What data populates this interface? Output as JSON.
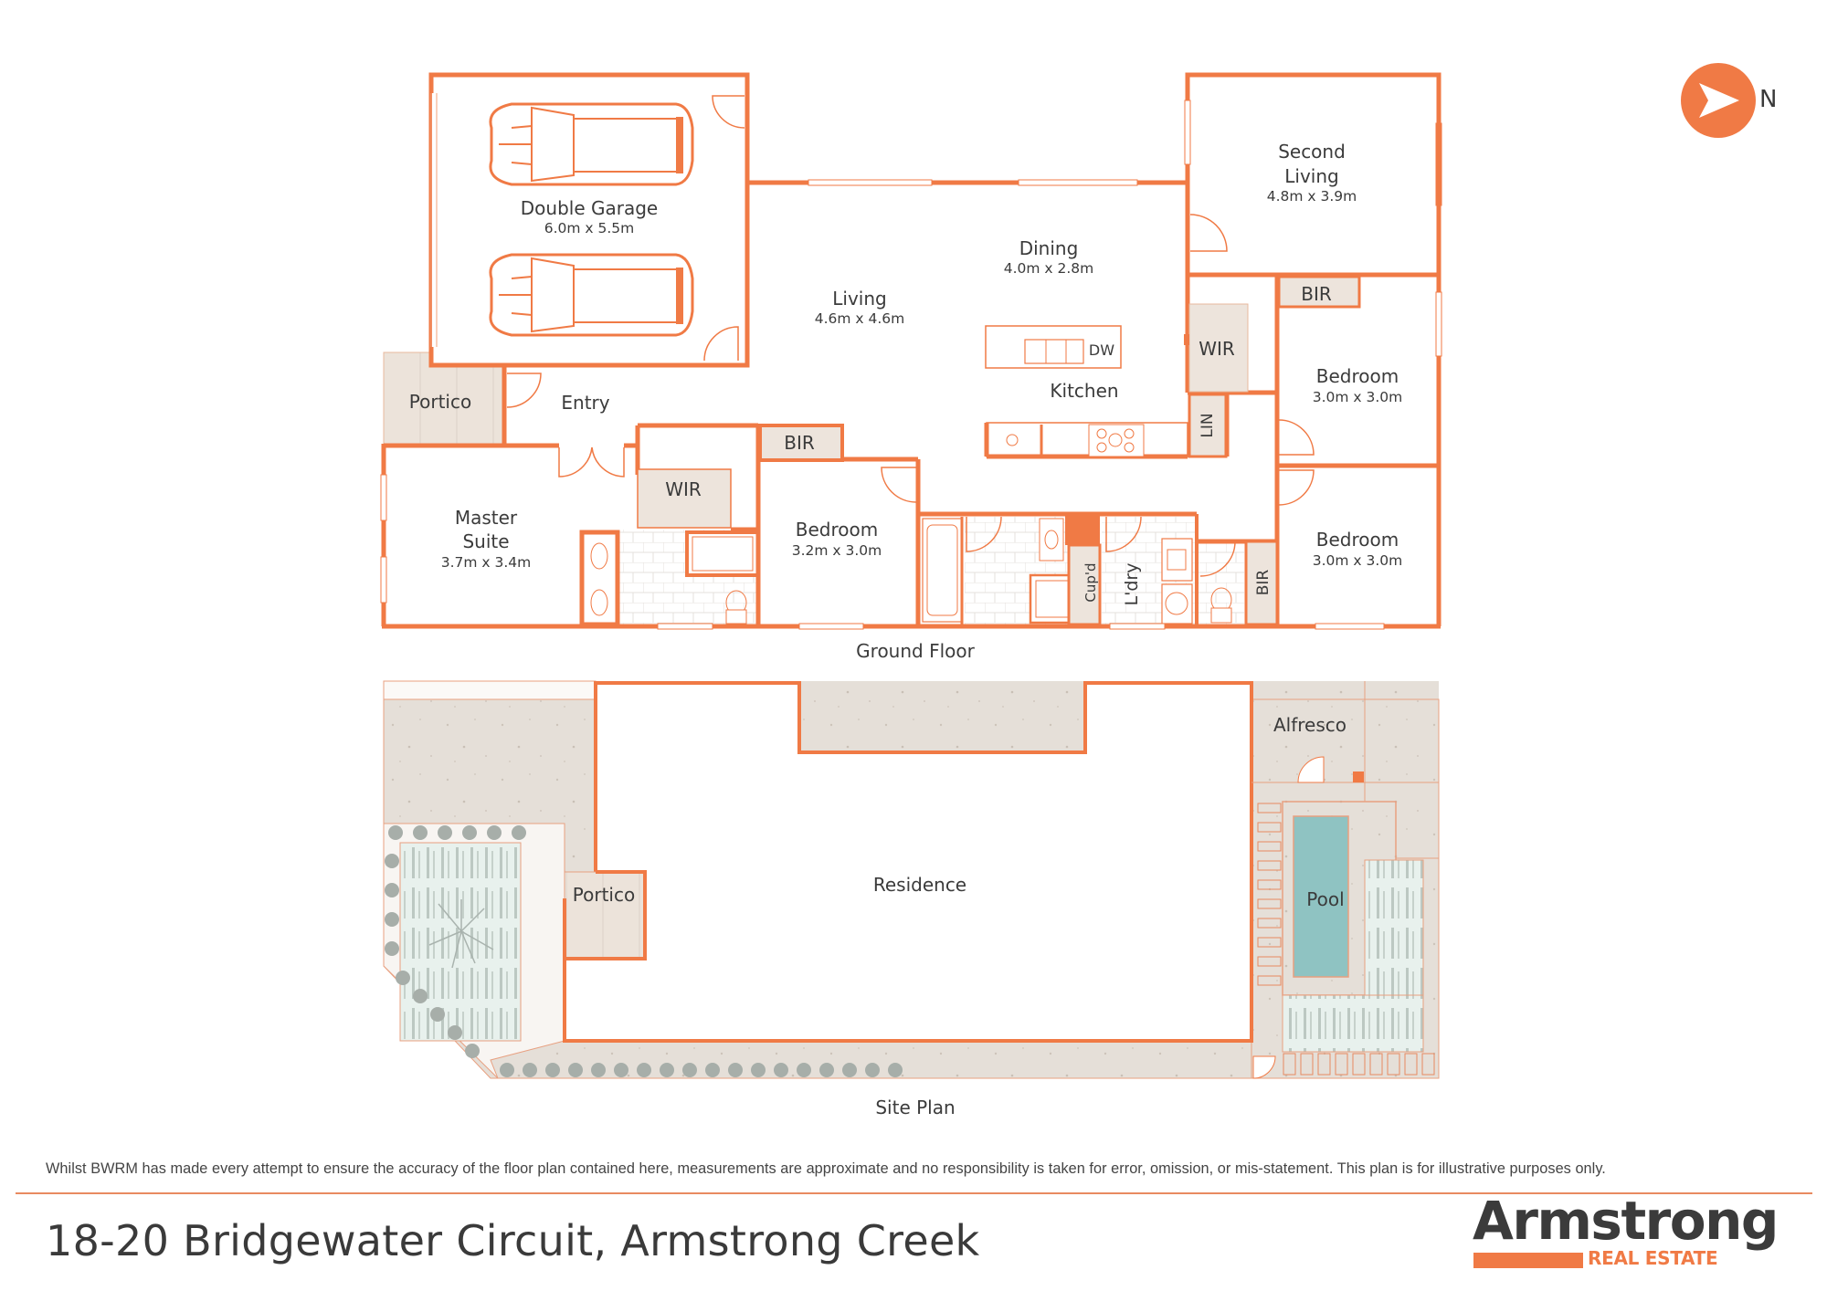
{
  "document": {
    "address": "18-20 Bridgewater Circuit, Armstrong Creek",
    "disclaimer": "Whilst BWRM  has made every attempt to ensure the accuracy of the floor plan contained here, measurements are approximate and no responsibility is taken for error, omission, or mis-statement. This plan is for illustrative purposes only.",
    "brand": {
      "name": "Armstrong",
      "tagline": "REAL ESTATE"
    },
    "compass": {
      "label": "N",
      "icon": "north-arrow-icon"
    },
    "colors": {
      "wall": "#f07a45",
      "storage_fill": "#ede4dc",
      "paving": "#e6e0da",
      "lawn": "#e6f0ec",
      "pool": "#8fc3c2",
      "text": "#3a3a3a"
    }
  },
  "ground_floor": {
    "title": "Ground Floor",
    "rooms": {
      "garage": {
        "name": "Double Garage",
        "size": "6.0m x 5.5m"
      },
      "living": {
        "name": "Living",
        "size": "4.6m x 4.6m"
      },
      "dining": {
        "name": "Dining",
        "size": "4.0m x 2.8m"
      },
      "second_living": {
        "name_line1": "Second",
        "name_line2": "Living",
        "size": "4.8m x 3.9m"
      },
      "kitchen": {
        "name": "Kitchen",
        "dw": "DW"
      },
      "portico": {
        "name": "Portico"
      },
      "entry": {
        "name": "Entry"
      },
      "master": {
        "name_line1": "Master",
        "name_line2": "Suite",
        "size": "3.7m x 3.4m"
      },
      "master_wir": {
        "name": "WIR"
      },
      "bed2": {
        "name": "Bedroom",
        "size": "3.2m x 3.0m",
        "bir": "BIR"
      },
      "bed3": {
        "name": "Bedroom",
        "size": "3.0m x 3.0m",
        "bir": "BIR"
      },
      "bed4": {
        "name": "Bedroom",
        "size": "3.0m x 3.0m",
        "bir": "BIR"
      },
      "wir2": {
        "name": "WIR"
      },
      "linen": {
        "name": "LIN"
      },
      "cupboard": {
        "name": "Cup'd"
      },
      "laundry": {
        "name": "L'dry"
      }
    }
  },
  "site_plan": {
    "title": "Site Plan",
    "areas": {
      "residence": "Residence",
      "portico": "Portico",
      "alfresco": "Alfresco",
      "pool": "Pool"
    }
  }
}
